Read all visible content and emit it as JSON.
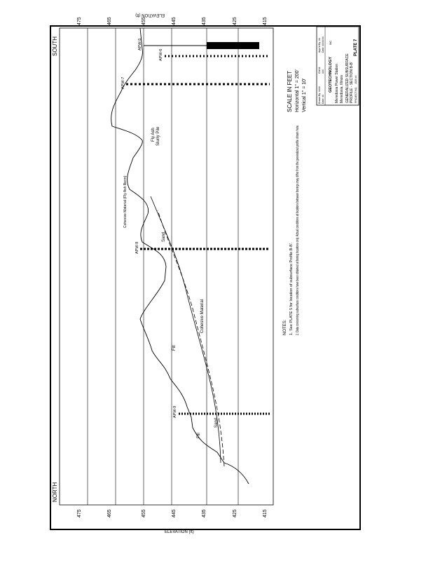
{
  "directions": {
    "north": "NORTH",
    "south": "SOUTH"
  },
  "elevation_axis": {
    "label": "ELEVATION (ft)",
    "ticks_left": [
      "475",
      "465",
      "455",
      "445",
      "435",
      "425",
      "415"
    ],
    "ticks_right": [
      "475",
      "465",
      "455",
      "445",
      "435",
      "425",
      "415"
    ]
  },
  "borings": [
    "APW-9",
    "APW-8",
    "APW-7",
    "APW-6",
    "APW-5"
  ],
  "material_labels": {
    "fill_upper": "Fill",
    "fill_lower": "Fill",
    "sand_lower": "Sand",
    "sand_mid": "Sand",
    "cohesive_material": "Cohesive Material",
    "cohesive_fly_ash_berm": "Cohesive Material (Fly Ash Berm)",
    "fly_ash": "Fly Ash",
    "slurry_pile": "Slurry Pile"
  },
  "notes": {
    "heading": "NOTES:",
    "items": [
      "1. See PLATE 5 for location of subsurface Profile B-B'.",
      "2. Data concerning subsurface conditions have been obtained at boring locations only. Actual conditions at locations between borings may differ from the generalized profile shown here."
    ]
  },
  "scale": {
    "title": "SCALE IN FEET",
    "horizontal": "Horizontal 1\" = 200'",
    "vertical": "Vertical 1\" = 10'"
  },
  "title_block": {
    "row1": [
      "Drawn By: ####",
      "Chk'd:",
      "Appr'd By: ##"
    ],
    "row2": [
      "Date: ##",
      "###",
      "Date: ##/##/##"
    ],
    "firm": "GEOTECHNOLOGY",
    "firm_sub": "INC.",
    "project": "Meredosia Power Station",
    "location": "Meredosia, Illinois",
    "drawing_title_1": "GENERALIZED SUBSURFACE",
    "drawing_title_2": "PROFILE - SECTION B-B'",
    "project_no": "PROJECT NO.",
    "project_no_value": "J026 ##",
    "plate": "PLATE 7"
  }
}
